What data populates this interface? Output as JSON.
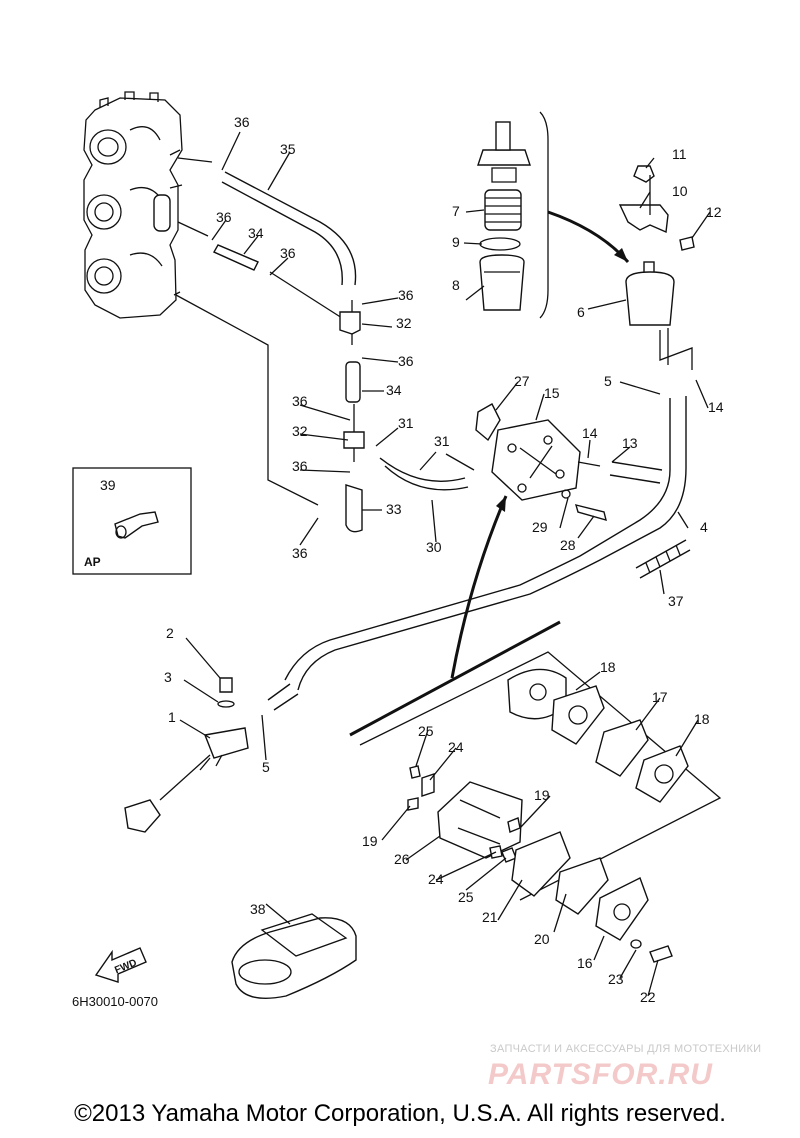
{
  "diagram": {
    "code": "6H30010-0070",
    "inset_label": "AP",
    "fwd_label": "FWD",
    "callouts": [
      {
        "id": "c1",
        "text": "1"
      },
      {
        "id": "c2",
        "text": "2"
      },
      {
        "id": "c3",
        "text": "3"
      },
      {
        "id": "c4",
        "text": "4"
      },
      {
        "id": "c5a",
        "text": "5"
      },
      {
        "id": "c5b",
        "text": "5"
      },
      {
        "id": "c6",
        "text": "6"
      },
      {
        "id": "c7",
        "text": "7"
      },
      {
        "id": "c8",
        "text": "8"
      },
      {
        "id": "c9",
        "text": "9"
      },
      {
        "id": "c10",
        "text": "10"
      },
      {
        "id": "c11",
        "text": "11"
      },
      {
        "id": "c12",
        "text": "12"
      },
      {
        "id": "c13",
        "text": "13"
      },
      {
        "id": "c14a",
        "text": "14"
      },
      {
        "id": "c14b",
        "text": "14"
      },
      {
        "id": "c15",
        "text": "15"
      },
      {
        "id": "c16",
        "text": "16"
      },
      {
        "id": "c17",
        "text": "17"
      },
      {
        "id": "c18a",
        "text": "18"
      },
      {
        "id": "c18b",
        "text": "18"
      },
      {
        "id": "c19a",
        "text": "19"
      },
      {
        "id": "c19b",
        "text": "19"
      },
      {
        "id": "c20",
        "text": "20"
      },
      {
        "id": "c21",
        "text": "21"
      },
      {
        "id": "c22",
        "text": "22"
      },
      {
        "id": "c23",
        "text": "23"
      },
      {
        "id": "c24a",
        "text": "24"
      },
      {
        "id": "c24b",
        "text": "24"
      },
      {
        "id": "c25a",
        "text": "25"
      },
      {
        "id": "c25b",
        "text": "25"
      },
      {
        "id": "c26",
        "text": "26"
      },
      {
        "id": "c27",
        "text": "27"
      },
      {
        "id": "c28",
        "text": "28"
      },
      {
        "id": "c29",
        "text": "29"
      },
      {
        "id": "c30",
        "text": "30"
      },
      {
        "id": "c31a",
        "text": "31"
      },
      {
        "id": "c31b",
        "text": "31"
      },
      {
        "id": "c32a",
        "text": "32"
      },
      {
        "id": "c32b",
        "text": "32"
      },
      {
        "id": "c33",
        "text": "33"
      },
      {
        "id": "c34a",
        "text": "34"
      },
      {
        "id": "c34b",
        "text": "34"
      },
      {
        "id": "c35",
        "text": "35"
      },
      {
        "id": "c36a",
        "text": "36"
      },
      {
        "id": "c36b",
        "text": "36"
      },
      {
        "id": "c36c",
        "text": "36"
      },
      {
        "id": "c36d",
        "text": "36"
      },
      {
        "id": "c36e",
        "text": "36"
      },
      {
        "id": "c36f",
        "text": "36"
      },
      {
        "id": "c36g",
        "text": "36"
      },
      {
        "id": "c36h",
        "text": "36"
      },
      {
        "id": "c37",
        "text": "37"
      },
      {
        "id": "c38",
        "text": "38"
      },
      {
        "id": "c39",
        "text": "39"
      }
    ]
  },
  "watermark": {
    "top_text": "ЗАПЧАСТИ И АКСЕССУАРЫ ДЛЯ МОТОТЕХНИКИ",
    "logo_text": "PARTSFOR.RU"
  },
  "footer": {
    "copyright": "©2013 Yamaha Motor Corporation, U.S.A. All rights reserved."
  },
  "colors": {
    "ink": "#111111",
    "watermark_logo": "#f3c9c9",
    "watermark_text": "#c9c9c9"
  }
}
